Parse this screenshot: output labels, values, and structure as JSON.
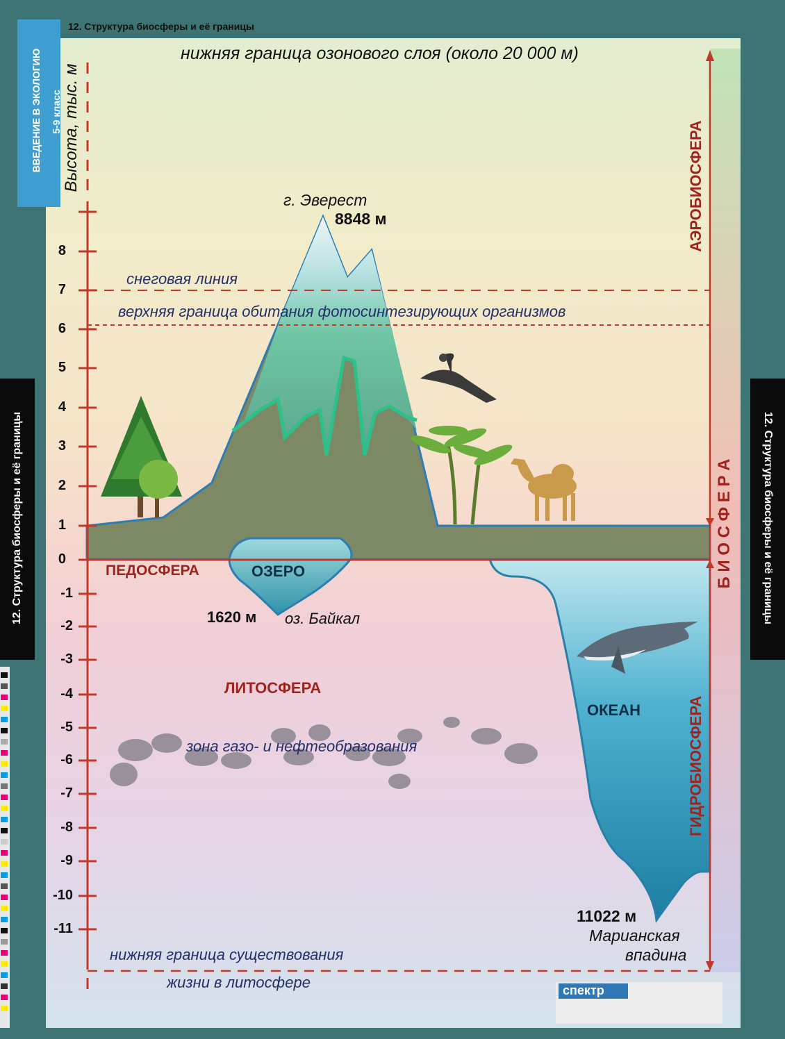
{
  "poster_title": "12. Структура биосферы и её границы",
  "series": {
    "course": "ВВЕДЕНИЕ В ЭКОЛОГИЮ",
    "grade": "5-9 класс"
  },
  "side_title": "12. Структура биосферы и её границы",
  "axis": {
    "label": "Высота, тыс. м",
    "ticks": [
      "8",
      "7",
      "6",
      "5",
      "4",
      "3",
      "2",
      "1",
      "0",
      "-1",
      "-2",
      "-3",
      "-4",
      "-5",
      "-6",
      "-7",
      "-8",
      "-9",
      "-10",
      "-11"
    ]
  },
  "labels": {
    "ozone": "нижняя граница озонового слоя (около 20 000 м)",
    "everest_name": "г. Эверест",
    "everest_height": "8848 м",
    "snow_line": "снеговая линия",
    "photo_limit": "верхняя граница обитания фотосинтезирующих организмов",
    "pedosphere": "ПЕДОСФЕРА",
    "lake": "ОЗЕРО",
    "baikal_depth": "1620 м",
    "baikal_name": "оз. Байкал",
    "lithosphere": "ЛИТОСФЕРА",
    "gas_oil": "зона газо- и нефтеобразования",
    "ocean": "ОКЕАН",
    "mariana_depth": "11022 м",
    "mariana_name_1": "Марианская",
    "mariana_name_2": "впадина",
    "lower_limit_1": "нижняя граница существования",
    "lower_limit_2": "жизни в литосфере",
    "aerobiosphere": "АЭРОБИОСФЕРА",
    "biosphere": "Б И О С Ф Е Р А",
    "hydrobiosphere": "ГИДРОБИОСФЕРА"
  },
  "publisher": {
    "logo": "спектр"
  },
  "colors": {
    "teal": "#3e7373",
    "tab_blue": "#3d9ecf",
    "red_dash": "#c0392b",
    "water": "#2d9fc0"
  }
}
